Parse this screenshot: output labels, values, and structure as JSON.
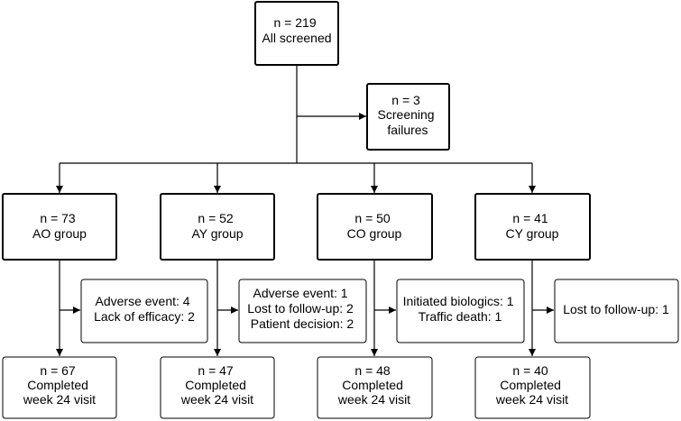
{
  "flowchart": {
    "screened": {
      "lines": [
        "n = 219",
        "All screened"
      ]
    },
    "screening_failures": {
      "lines": [
        "n = 3",
        "Screening",
        "failures"
      ]
    },
    "groups": [
      {
        "id": "ao",
        "enrolled": {
          "lines": [
            "n = 73",
            "AO group"
          ]
        },
        "exclusions": {
          "lines": [
            "Adverse event: 4",
            "Lack of efficacy: 2"
          ]
        },
        "completed": {
          "lines": [
            "n = 67",
            "Completed",
            "week 24 visit"
          ]
        }
      },
      {
        "id": "ay",
        "enrolled": {
          "lines": [
            "n = 52",
            "AY group"
          ]
        },
        "exclusions": {
          "lines": [
            "Adverse event: 1",
            "Lost to follow-up: 2",
            "Patient decision: 2"
          ]
        },
        "completed": {
          "lines": [
            "n = 47",
            "Completed",
            "week 24 visit"
          ]
        }
      },
      {
        "id": "co",
        "enrolled": {
          "lines": [
            "n = 50",
            "CO group"
          ]
        },
        "exclusions": {
          "lines": [
            "Initiated biologics: 1",
            "Traffic death: 1"
          ]
        },
        "completed": {
          "lines": [
            "n = 48",
            "Completed",
            "week 24 visit"
          ]
        }
      },
      {
        "id": "cy",
        "enrolled": {
          "lines": [
            "n = 41",
            "CY group"
          ]
        },
        "exclusions": {
          "lines": [
            "Lost to follow-up: 1"
          ]
        },
        "completed": {
          "lines": [
            "n = 40",
            "Completed",
            "week 24 visit"
          ]
        }
      }
    ]
  }
}
